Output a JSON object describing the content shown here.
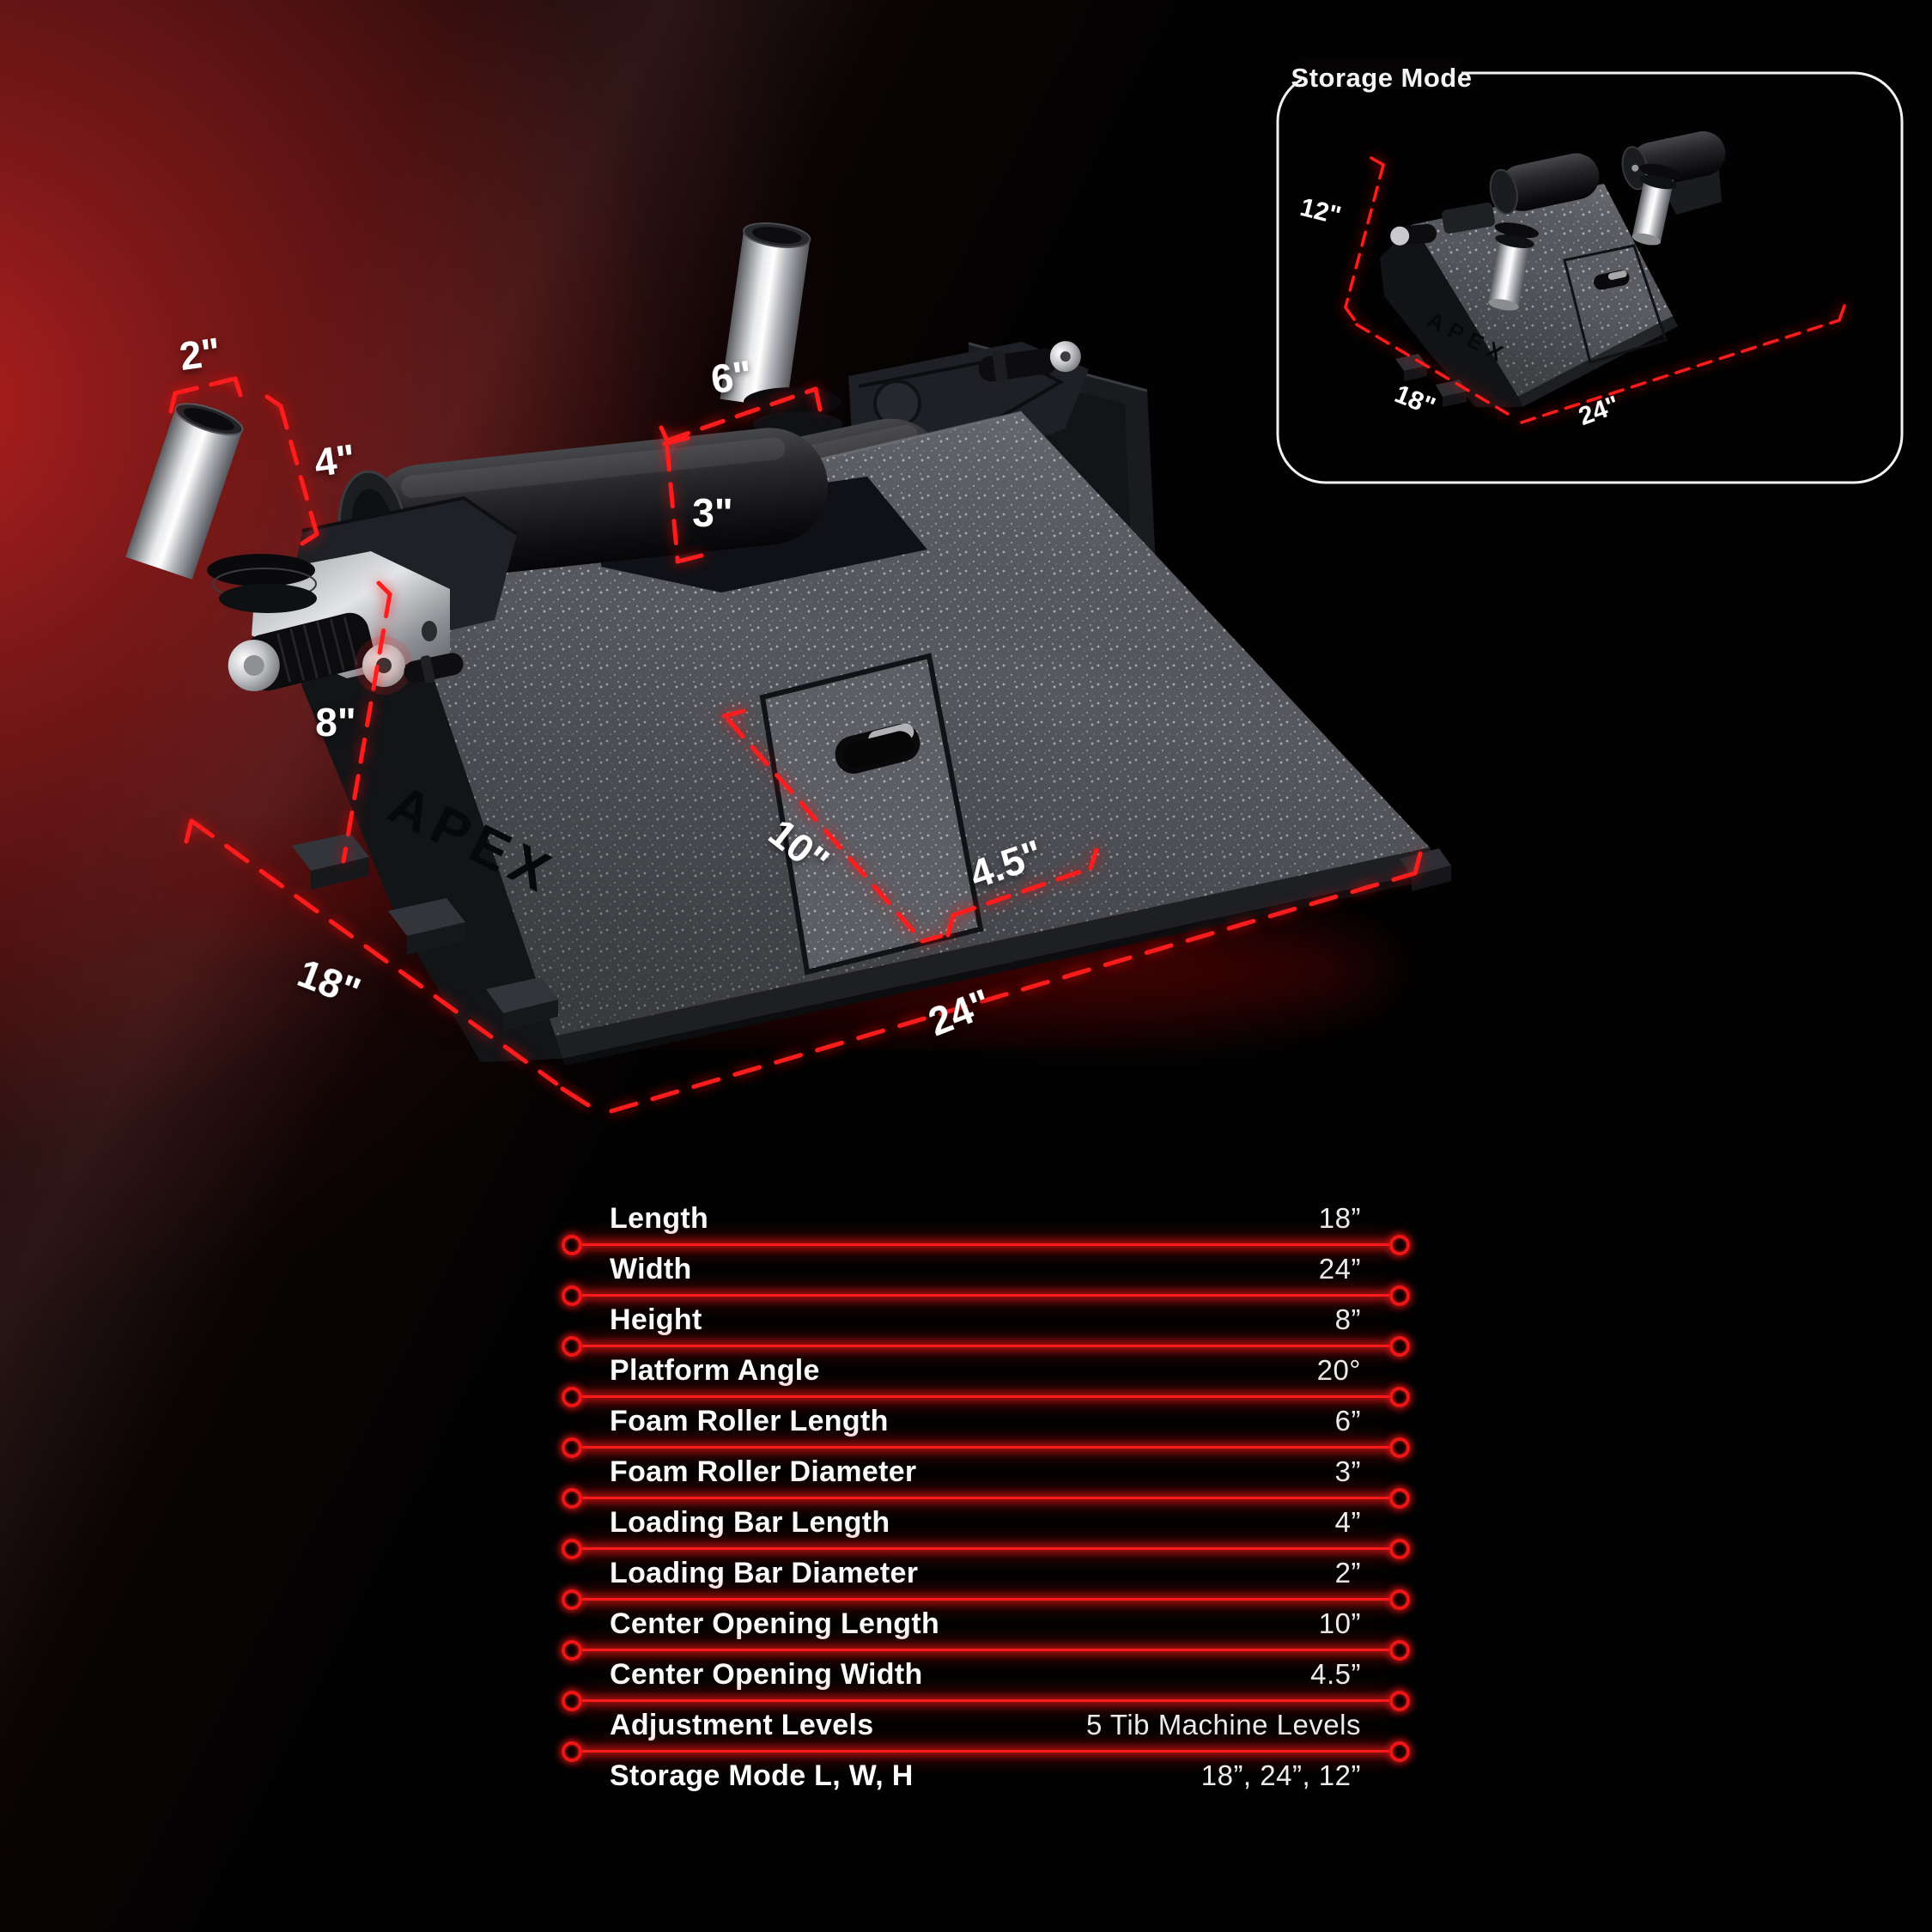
{
  "inset": {
    "title": "Storage Mode",
    "brand": "APEX",
    "labels": {
      "height": "12\"",
      "length": "18\"",
      "width": "24\""
    }
  },
  "product": {
    "brand": "APEX",
    "dims": {
      "loading_bar_diameter": "2\"",
      "loading_bar_length": "4\"",
      "foam_roller_length": "6\"",
      "foam_roller_diameter": "3\"",
      "height": "8\"",
      "center_opening_length": "10\"",
      "center_opening_width": "4.5\"",
      "length": "18\"",
      "width": "24\""
    }
  },
  "table": {
    "rows": [
      {
        "label": "Length",
        "value": "18”"
      },
      {
        "label": "Width",
        "value": "24”"
      },
      {
        "label": "Height",
        "value": "8”"
      },
      {
        "label": "Platform Angle",
        "value": "20°"
      },
      {
        "label": "Foam Roller Length",
        "value": "6”"
      },
      {
        "label": "Foam Roller Diameter",
        "value": "3”"
      },
      {
        "label": "Loading Bar Length",
        "value": "4”"
      },
      {
        "label": "Loading Bar Diameter",
        "value": "2”"
      },
      {
        "label": "Center Opening Length",
        "value": "10”"
      },
      {
        "label": "Center Opening Width",
        "value": "4.5”"
      },
      {
        "label": "Adjustment Levels",
        "value": "5 Tib Machine Levels"
      },
      {
        "label": "Storage Mode L, W, H",
        "value": "18”, 24”, 12”"
      }
    ]
  },
  "colors": {
    "accent_red": "#ff1c1c",
    "chrome": "#e8e9eb",
    "platform_gray": "#56585e"
  }
}
